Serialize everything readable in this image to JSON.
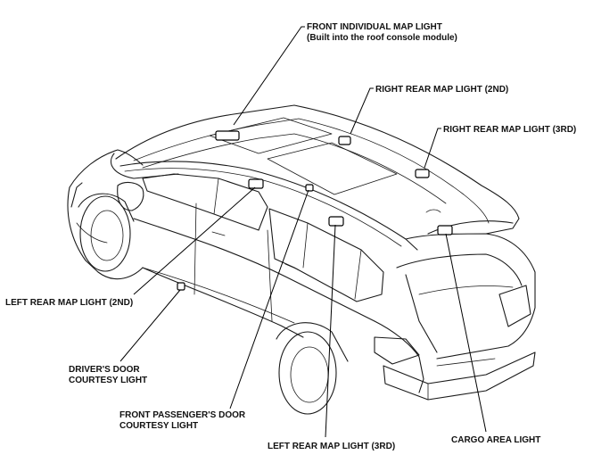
{
  "labels": {
    "front_individual_map_light": "FRONT INDIVIDUAL MAP LIGHT",
    "front_individual_map_light_note": "(Built into the roof console module)",
    "right_rear_map_light_2nd": "RIGHT REAR MAP LIGHT (2ND)",
    "right_rear_map_light_3rd": "RIGHT REAR MAP LIGHT (3RD)",
    "left_rear_map_light_2nd": "LEFT REAR MAP LIGHT (2ND)",
    "drivers_door_courtesy_light_line1": "DRIVER'S DOOR",
    "drivers_door_courtesy_light_line2": "COURTESY LIGHT",
    "front_passengers_door_courtesy_light_line1": "FRONT PASSENGER'S DOOR",
    "front_passengers_door_courtesy_light_line2": "COURTESY LIGHT",
    "left_rear_map_light_3rd": "LEFT REAR MAP LIGHT (3RD)",
    "cargo_area_light": "CARGO AREA LIGHT"
  },
  "colors": {
    "line": "#000000",
    "background": "#ffffff"
  }
}
